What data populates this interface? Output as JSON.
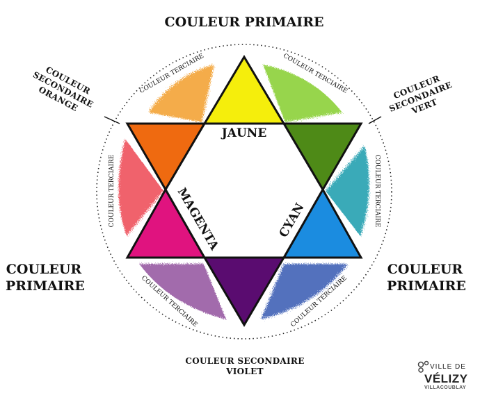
{
  "labels": {
    "top_primary": "COULEUR  PRIMAIRE",
    "left_primary_1": "COULEUR",
    "left_primary_2": "PRIMAIRE",
    "right_primary_1": "COULEUR",
    "right_primary_2": "PRIMAIRE",
    "sec_orange_1": "COULEUR  SECONDAIRE",
    "sec_orange_2": "ORANGE",
    "sec_vert_1": "COULEUR  SECONDAIRE",
    "sec_vert_2": "VERT",
    "sec_violet_1": "COULEUR  SECONDAIRE",
    "sec_violet_2": "VIOLET",
    "tertiaire": "COULEUR  TERCIAIRE",
    "jaune": "JAUNE",
    "magenta": "MAGENTA",
    "cyan": "CYAN"
  },
  "logo": {
    "ville": "VILLE DE",
    "name": "VÉLIZY",
    "sub": "VILLACOUBLAY"
  },
  "colors": {
    "yellow": "#f5ee0c",
    "orange": "#ef6a10",
    "green": "#4e8a17",
    "magenta": "#e0137f",
    "violet": "#5a0c70",
    "cyan": "#1b8ce0",
    "tert_yellow_orange": "#f4a63a",
    "tert_yellow_green": "#8fd23c",
    "tert_orange_magenta": "#ef5560",
    "tert_green_cyan": "#2aa3b3",
    "tert_magenta_violet": "#9b5ea6",
    "tert_violet_cyan": "#4565b8"
  }
}
